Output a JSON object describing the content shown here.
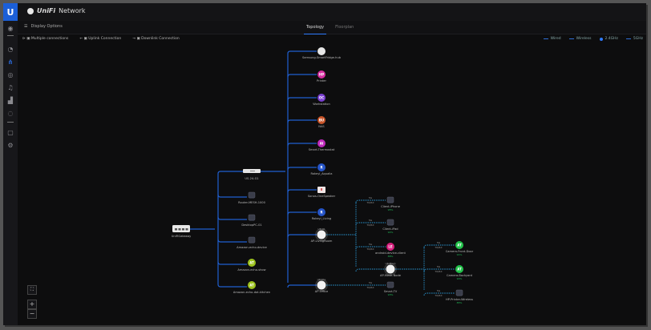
{
  "app": {
    "logo": "U",
    "brand": "UniFi",
    "product": "Network"
  },
  "sidebar": {
    "items": [
      {
        "icon": "dashboard-icon",
        "glyph": "◉"
      },
      {
        "icon": "statistics-icon",
        "glyph": "◔"
      },
      {
        "icon": "topology-icon",
        "glyph": "⋔",
        "active": true
      },
      {
        "icon": "devices-icon",
        "glyph": "◎"
      },
      {
        "icon": "clients-icon",
        "glyph": "♫"
      },
      {
        "icon": "insights-icon",
        "glyph": "▟"
      },
      {
        "icon": "security-icon",
        "glyph": "◌"
      },
      {
        "icon": "alerts-icon",
        "glyph": "▢"
      },
      {
        "icon": "settings-icon",
        "glyph": "⚙"
      }
    ]
  },
  "toolbar": {
    "display_options": "Display Options",
    "tabs": [
      "Topology",
      "Floorplan"
    ],
    "active_tab": "Topology"
  },
  "legend_left": {
    "multiple": "Multiple connections",
    "uplink": "Uplink Connection",
    "downlink": "Downlink Connection"
  },
  "legend_right": {
    "wired": "Wired",
    "wireless": "Wireless",
    "ghz24": "2.4GHz",
    "ghz5": "5GHz"
  },
  "colors": {
    "accent": "#2f7bff",
    "wired": "#1f5fd0",
    "wireless": "#2a9ad8",
    "online": "#21c05a"
  },
  "topology": {
    "gateway": {
      "label": "UniFiGateway"
    },
    "switch": {
      "label": "US-24-G1"
    },
    "gateway_children": [
      {
        "label": "Router-MESH-1000",
        "type": "device"
      },
      {
        "label": "DesktopPC-01",
        "type": "device"
      },
      {
        "label": "Amazon-echo-device",
        "type": "device"
      },
      {
        "label": "Amazon-echo-show",
        "type": "avatar",
        "initials": "AT",
        "color": "#9cc21e"
      },
      {
        "label": "Amazon-echo-dot-kitchen",
        "type": "avatar",
        "initials": "AT",
        "color": "#9cc21e"
      }
    ],
    "switch_children": [
      {
        "label": "Samsung-SmartFridge-hub",
        "type": "avatar",
        "initials": "",
        "color": "#e6e6e6"
      },
      {
        "label": "Printer",
        "type": "avatar",
        "initials": "HP",
        "color": "#d62ea0"
      },
      {
        "label": "Workstation",
        "type": "avatar",
        "initials": "OC",
        "color": "#7a3fd0"
      },
      {
        "label": "NAS",
        "type": "avatar",
        "initials": "BU",
        "color": "#c8552a"
      },
      {
        "label": "Smart-Thermostat",
        "type": "avatar",
        "initials": "AI",
        "color": "#c02bbd"
      },
      {
        "label": "Rokeyl_Aqualia",
        "type": "avatar",
        "initials": "R",
        "color": "#2655c8"
      },
      {
        "label": "Sonos-OneSpeaker",
        "type": "device",
        "initials": "",
        "color": "#e8e8e8"
      },
      {
        "label": "Rokeyl_Living",
        "type": "avatar",
        "initials": "R",
        "color": "#2655c8"
      },
      {
        "label": "AP-LivingRoom",
        "type": "ap",
        "model": "U6-LR",
        "uplink": "wired"
      },
      {
        "label": "AP-Office",
        "type": "ap",
        "model": "U6-Lite",
        "uplink": "wired"
      }
    ],
    "ap1_clients": [
      {
        "label": "Client-iPhone",
        "signal": "5G",
        "rate": "TX/RX",
        "status": "95%",
        "type": "device"
      },
      {
        "label": "Client-iPad",
        "signal": "5G",
        "rate": "TX/RX",
        "status": "92%",
        "type": "device"
      },
      {
        "label": "android-device-client",
        "signal": "5G",
        "rate": "TX/RX",
        "status": "88%",
        "type": "avatar",
        "initials": "LE",
        "color": "#d6207e"
      },
      {
        "label": "AP-Mesh-Node",
        "type": "ap",
        "model": "U6-Mesh"
      }
    ],
    "mesh_clients": [
      {
        "label": "Camera-Front-Door",
        "signal": "5G",
        "rate": "TX/RX",
        "status": "91%",
        "initials": "AT",
        "color": "#22c24a"
      },
      {
        "label": "Camera-Backyard",
        "signal": "5G",
        "rate": "TX/RX",
        "status": "90%",
        "initials": "AT",
        "color": "#22c24a"
      },
      {
        "label": "HP-Printer-Wireless",
        "signal": "5G",
        "rate": "TX/RX",
        "status": "85%",
        "type": "device"
      }
    ],
    "ap2_clients": [
      {
        "label": "Smart-TV",
        "signal": "5G",
        "rate": "TX/RX",
        "status": "93%"
      }
    ]
  },
  "controls": {
    "fit": "⛶",
    "zoom_in": "+",
    "zoom_out": "−"
  }
}
